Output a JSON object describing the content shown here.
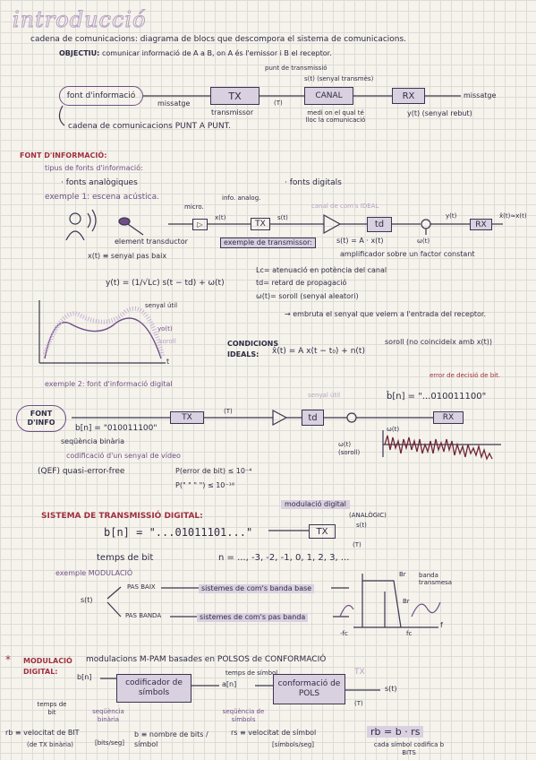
{
  "title": "introducció",
  "sec1": {
    "cadena": "cadena de comunicacions: diagrama de blocs que descompora el sistema de comunicacions.",
    "objectiu_label": "OBJECTIU:",
    "objectiu": "comunicar informació de A a B, on A és l'emissor i B el receptor.",
    "punt_tx": "punt de transmissió",
    "st_label": "s(t) (senyal transmès)",
    "font": "font d'informació",
    "tx": "TX",
    "canal": "CANAL",
    "rx": "RX",
    "missatge_l": "missatge",
    "missatge_r": "missatge",
    "transmissor": "transmissor",
    "ct": "(T)",
    "medi": "medi on el qual té lloc la comunicació",
    "yt": "y(t) (senyal rebut)",
    "ptp": "cadena de comunicacions PUNT A PUNT."
  },
  "sec2": {
    "head": "FONT D'INFORMACIÓ:",
    "tipus": "tipus de fonts d'informació:",
    "analog": "· fonts analògiques",
    "digital": "· fonts digitals",
    "ex1": "exemple 1: escena acústica.",
    "micro": "micro.",
    "info_analog": "info. analog.",
    "canal_ideal": "canal de com's IDEAL",
    "xt": "x(t)",
    "st": "s(t)",
    "yt2": "y(t)",
    "rx2": "RX",
    "reals": "x̂(t)≈x(t)",
    "td": "td",
    "ext": "exemple de transmissor:",
    "eq_st": "s(t) = A · x(t)",
    "wt": "ω(t)",
    "ampl": "amplificador sobre un factor constant",
    "transd": "element transductor",
    "xt_senyal": "x(t) ≡ senyal pas baix",
    "lc": "Lc= atenuació en potència del canal",
    "tdd": "td= retard de propagació",
    "wtd": "ω(t)= soroll (senyal aleatori)",
    "emb": "→ embruta el senyal que veiem a l'entrada del receptor.",
    "yeq": "y(t) = (1/√Lc) s(t − td) + ω(t)",
    "senyal_util": "senyal útil",
    "yo": "yo(t)",
    "soroll": "soroll",
    "t_axis": "t",
    "cond": "CONDICIONS IDEALS:",
    "cond_eq": "x̂(t) = A x(t − t₀) + n(t)",
    "cond_note": "soroll (no coincideix amb x(t))",
    "ex2": "exemple 2: font d'informació digital",
    "err": "error de decisió de bit.",
    "font_info": "FONT D'INFO",
    "tx2": "TX",
    "td2": "td",
    "rx3": "RX",
    "senyal_util2": "senyal útil",
    "bn_hat": "b̂[n] = \"...010011100\"",
    "bn": "b[n] = \"010011100\"",
    "seq_bin": "seqüència binària",
    "codif": "codificació d'un senyal de vídeo",
    "wsoroll": "ω(t) (soroll)",
    "wt_axis": "ω(t)",
    "ct2": "(T)",
    "qef": "(QEF) quasi-error-free",
    "p1": "P(error de bit) ≤ 10⁻⁴",
    "p2": "P(\"    \"  \"  \") ≤ 10⁻¹⁶"
  },
  "sec3": {
    "head": "SISTEMA DE TRANSMISSIÓ DIGITAL:",
    "mod_dig": "modulació digital",
    "bn": "b[n] = \"...01011101...\"",
    "tx": "TX",
    "analog": "(ANALÒGIC)",
    "st": "s(t)",
    "ct": "(T)",
    "temps": "temps de bit",
    "n_eq": "n = ..., -3, -2, -1, 0, 1, 2, 3, ...",
    "ex": "exemple MODULACIÓ",
    "st2": "s(t)",
    "pas_baix": "PAS BAIX",
    "sist_base": "sistemes de com's banda base",
    "pas_banda": "PAS BANDA",
    "sist_banda": "sistemes de com's pas banda",
    "br1": "Br",
    "br2": "Br",
    "banda": "banda transmesa",
    "fc_l": "-fc",
    "fc_r": "fc",
    "f": "f"
  },
  "sec4": {
    "star": "*",
    "head": "MODULACIÓ DIGITAL:",
    "title": "modulacions M-PAM basades en POLSOS de CONFORMACIÓ",
    "tx": "TX",
    "bn": "b[n]",
    "cod": "codificador de símbols",
    "an": "a[n]",
    "ts": "temps de símbol",
    "conf": "conformació de POLS",
    "st": "s(t)",
    "ct": "(T)",
    "tb": "temps de bit",
    "seq_bin": "seqüència binària",
    "seq_sim": "seqüència de símbols",
    "rb": "rb ≡ velocitat de BIT",
    "rb2": "(de TX binària)",
    "rb_unit": "[bits/seg]",
    "b_def": "b ≡ nombre de bits / símbol",
    "rs": "rs ≡ velocitat de símbol",
    "rs_unit": "[símbols/seg]",
    "rb_eq": "rb = b · rs",
    "rb_note": "cada símbol codifica b BITS"
  }
}
